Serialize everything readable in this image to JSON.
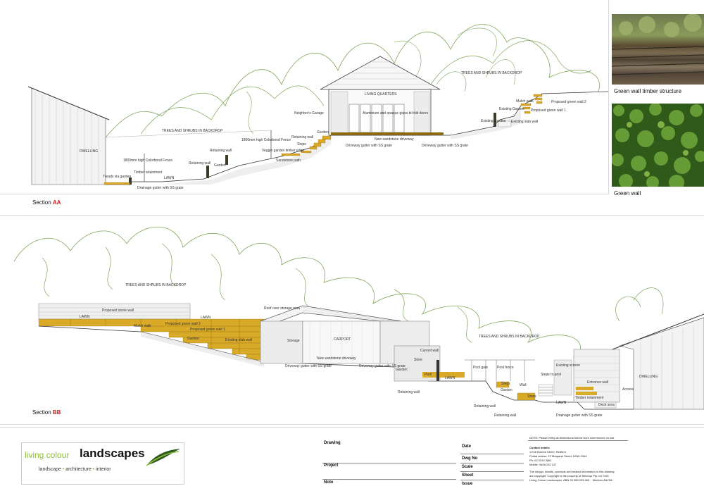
{
  "colors": {
    "vine": "#7fa65a",
    "timber": "#d9a928",
    "line": "#333333",
    "red": "#c81d1d",
    "logo_green": "#8fbf3a",
    "logo_dark": "#2d5a1e"
  },
  "section_aa": {
    "title_prefix": "Section ",
    "title_code": "AA",
    "labels": {
      "dwelling": "DWELLING",
      "trees_left": "TREES AND SHRUBS IN BACKDROP",
      "trees_right": "TREES AND SHRUBS IN BACKDROP",
      "living_quarters": "LIVING QUARTERS",
      "glass_doors": "Aluminium and opaque glass bi-fold doors",
      "neighbors_garage": "Neighbor's Garage",
      "fence_1": "1800mm high Colorbond Fence",
      "fence_2": "1800mm high Colorbond Fence",
      "timber_retainment": "Timber retainment",
      "treads": "Treads via garden",
      "lawn": "LAWN",
      "retaining_wall_1": "Retaining wall",
      "retaining_wall_2": "Retaining wall",
      "retaining_wall_3": "Retaining wall",
      "garden_1": "Garden",
      "garden_2": "Garden",
      "steps": "Steps",
      "veggie": "Veggie garden timber edge",
      "sandstone_path": "Sandstone path",
      "new_driveway": "New sandstone driveway",
      "gutter_1": "Driveway gutter with SS grate",
      "gutter_2": "Driveway gutter with SS grate",
      "drainage": "Drainage gutter with SS grate",
      "existing_garden_1": "Existing Garden",
      "existing_garden_2": "Existing Garden",
      "existing_slab": "Existing slab wall",
      "mulch": "Mulch walk",
      "green_wall_1": "Proposed green wall 1",
      "green_wall_2": "Proposed green wall 2"
    }
  },
  "photos": {
    "timber_caption": "Green wall timber structure",
    "green_caption": "Green wall"
  },
  "section_bb": {
    "title_prefix": "Section ",
    "title_code": "BB",
    "labels": {
      "trees_left": "TREES AND SHRUBS IN BACKDROP",
      "trees_right": "TREES AND SHRUBS IN BACKDROP",
      "roof_storage": "Roof over storage area",
      "storage": "Storage",
      "carport": "CARPORT",
      "new_driveway": "New sandstone driveway",
      "gutter_1": "Driveway gutter with SS grate",
      "gutter_2": "Driveway gutter with SS grate",
      "lawn_1": "LAWN",
      "lawn_2": "LAWN",
      "lawn_3": "LAWN",
      "lawn_4": "LAWN",
      "green_wall_2": "Proposed green wall 2",
      "green_wall_1": "Proposed green wall 1",
      "mulch": "Mulch walk",
      "existing_slab": "Existing slab wall",
      "proposed_stone": "Proposed stone wall",
      "garden_1": "Garden",
      "garden_2": "Garden",
      "garden_3": "Garden",
      "curved_wall": "Curved wall",
      "store": "Store",
      "pool": "Pool",
      "pool_gate": "Pool gate",
      "pool_fence": "Pool fence",
      "steps_pool": "Steps to pool",
      "existing_screen": "Existing screen",
      "retaining_wall_1": "Retaining wall",
      "retaining_wall_2": "Retaining wall",
      "retaining_wall_3": "Retaining wall",
      "steps_1": "Steps",
      "steps_2": "Steps",
      "wall": "Wall",
      "entrance_wall": "Entrance wall",
      "access": "Access",
      "dwelling": "DWELLING",
      "timber_retainment": "Timber retainment",
      "deck_area": "Deck area",
      "drainage": "Drainage gutter with SS grate"
    }
  },
  "title_block": {
    "logo_left": "living colour",
    "logo_right": "landscapes",
    "logo_sub_1": "landscape",
    "logo_sub_2": "architecture",
    "logo_sub_3": "interior",
    "drawing": "Drawing",
    "project": "Project",
    "note": "Note",
    "date": "Date",
    "dwg_no": "Dwg No",
    "scale": "Scale",
    "sheet": "Sheet",
    "issue": "Issue",
    "notice": "NOTE: Please verify all dimensions before work commences on site.",
    "contact_heading": "Contact details",
    "address_1": "1/748 Bourke Street, Redfern",
    "address_2": "Postal adress: 12 Margaret Street, NSW 2064",
    "phone": "Ph: 02 9310 3561",
    "mobile": "Mobile: 0408 232 127",
    "copyright_1": "The design, details, concepts and related information  in  this drawing",
    "copyright_2": "are copyright. Copyright is the property of Betchop Pty Ltd T/AS",
    "copyright_3": "Living Colour Landscapes. ABN 99 065 033 463",
    "member": "Member AILDM"
  }
}
